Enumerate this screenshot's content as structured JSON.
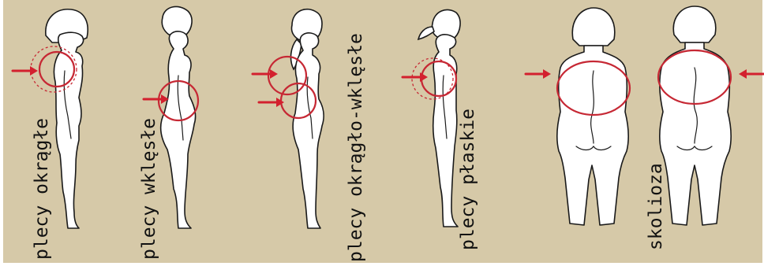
{
  "labels": {
    "kyphotic": "plecy okrągłe",
    "lordotic": "plecy wklęsłe",
    "kypholordotic": "plecy okrągło-wklęsłe",
    "flat": "plecy płaskie",
    "scoliosis": "skolioza"
  },
  "colors": {
    "background": "#d6c9a8",
    "circle": "#c62834",
    "arrow": "#d3202e",
    "outline": "#1a1a1a"
  }
}
